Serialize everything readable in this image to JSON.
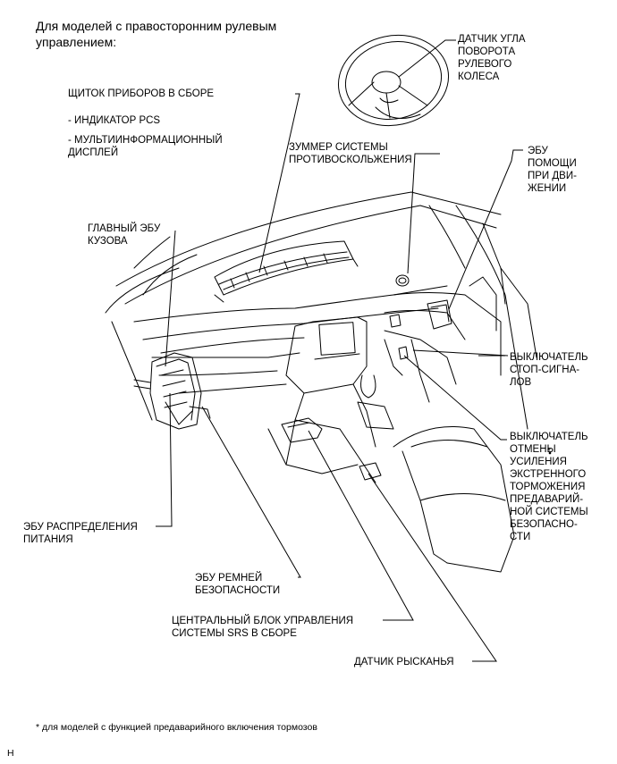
{
  "header": {
    "line1": "Для моделей с правосторонним рулевым",
    "line2": "управлением:"
  },
  "labels": {
    "steering_angle_sensor": [
      "ДАТЧИК УГЛА",
      "ПОВОРОТА",
      "РУЛЕВОГО",
      "КОЛЕСА"
    ],
    "combination_meter": "ЩИТОК ПРИБОРОВ В СБОРЕ",
    "pcs_indicator": "- ИНДИКАТОР PCS",
    "multi_display": [
      "- МУЛЬТИИНФОРМАЦИОННЫЙ",
      "ДИСПЛЕЙ"
    ],
    "skid_buzzer": [
      "ЗУММЕР СИСТЕМЫ",
      "ПРОТИВОСКОЛЬЖЕНИЯ"
    ],
    "driving_support_ecu": [
      "ЭБУ",
      "ПОМОЩИ",
      "ПРИ ДВИ-",
      "ЖЕНИИ"
    ],
    "main_body_ecu": [
      "ГЛАВНЫЙ ЭБУ",
      "КУЗОВА"
    ],
    "stop_light_switch": [
      "ВЫКЛЮЧАТЕЛЬ",
      "СТОП-СИГНА-",
      "ЛОВ"
    ],
    "brake_assist_cancel_switch": [
      "ВЫКЛЮЧАТЕЛЬ",
      "ОТМЕНЫ",
      "УСИЛЕНИЯ",
      "ЭКСТРЕННОГО",
      "ТОРМОЖЕНИЯ",
      "ПРЕДАВАРИЙ-",
      "НОЙ СИСТЕМЫ",
      "БЕЗОПАСНО-",
      "СТИ"
    ],
    "asterisk": "*",
    "power_distribution_ecu": [
      "ЭБУ РАСПРЕДЕЛЕНИЯ",
      "ПИТАНИЯ"
    ],
    "seat_belt_ecu": [
      "ЭБУ РЕМНЕЙ",
      "БЕЗОПАСНОСТИ"
    ],
    "srs_center_unit": [
      "ЦЕНТРАЛЬНЫЙ БЛОК УПРАВЛЕНИЯ",
      "СИСТЕМЫ SRS В СБОРЕ"
    ],
    "yaw_rate_sensor": "ДАТЧИК РЫСКАНЬЯ"
  },
  "footnote": "* для моделей с функцией предаварийного включения тормозов",
  "corner_mark": "H"
}
